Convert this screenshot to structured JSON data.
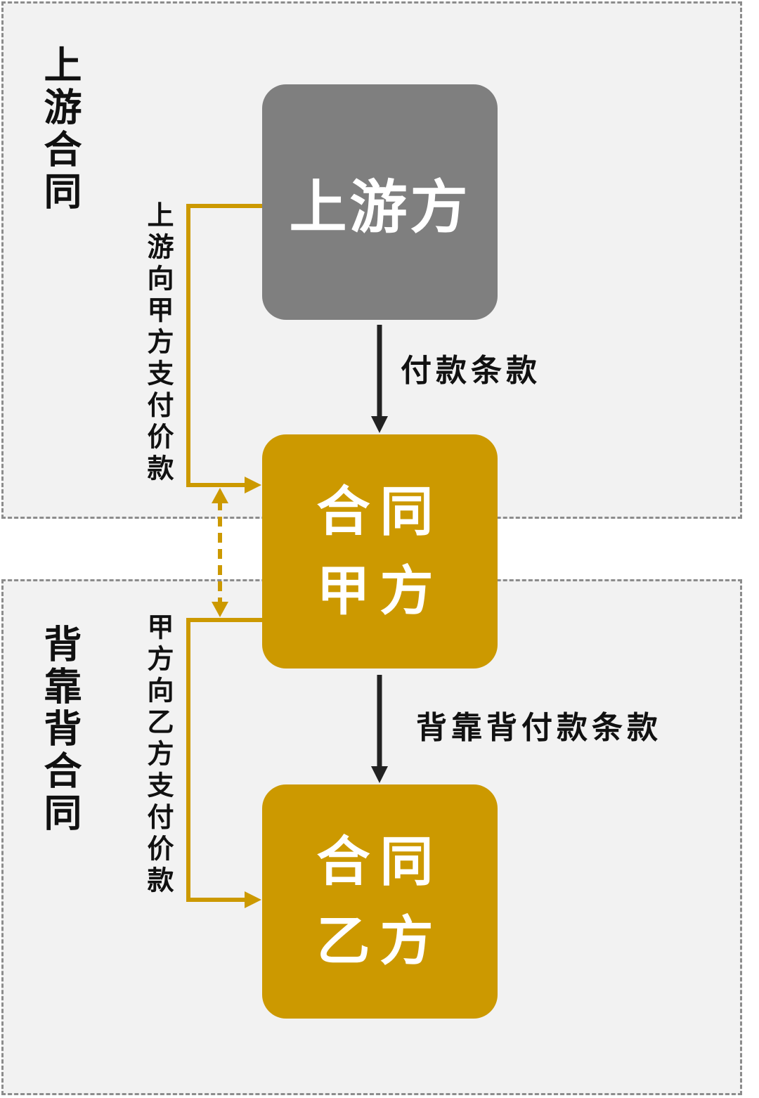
{
  "regions": {
    "upstream_contract": "上游合同",
    "back_to_back_contract": "背靠背合同"
  },
  "nodes": {
    "upstream_party": "上游方",
    "party_a": "合同甲方",
    "party_b": "合同乙方"
  },
  "edges": {
    "payment_terms": "付款条款",
    "back_to_back_payment_terms": "背靠背付款条款",
    "upstream_pays_a": "上游向甲方支付价款",
    "a_pays_b": "甲方向乙方支付价款"
  },
  "colors": {
    "region_fill": "#f2f2f2",
    "region_border": "#8c8c8c",
    "upstream_node": "#7f7f7f",
    "party_node": "#cc9900",
    "payment_line": "#cc9900",
    "terms_arrow": "#222222"
  }
}
